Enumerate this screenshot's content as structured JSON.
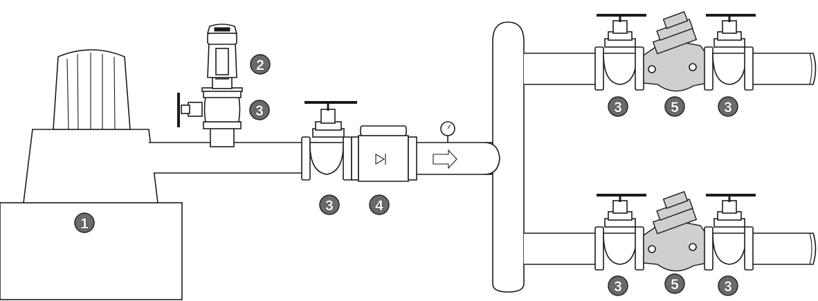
{
  "labels": {
    "pump": "1",
    "top_device": "2",
    "valve": "3",
    "meter": "4",
    "balancing_valve": "5"
  },
  "colors": {
    "line": "#1a1a1a",
    "label_fill": "#6a6a6a",
    "background": "#ffffff"
  },
  "icons": [
    "pressure-gauge-icon",
    "flow-arrow-icon",
    "flow-direction-triangle-icon"
  ]
}
